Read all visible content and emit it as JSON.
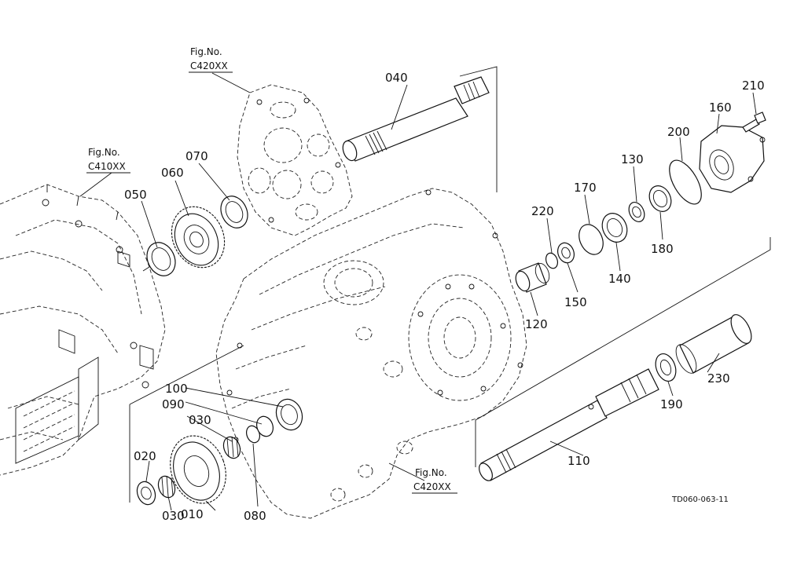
{
  "diagram": {
    "drawing_code": "TD060-063-11",
    "figure_refs": [
      {
        "id": "ref_top",
        "prefix": "Fig.No.",
        "code": "C420XX"
      },
      {
        "id": "ref_left",
        "prefix": "Fig.No.",
        "code": "C410XX"
      },
      {
        "id": "ref_bottom",
        "prefix": "Fig.No.",
        "code": "C420XX"
      }
    ],
    "part_numbers": [
      "010",
      "020",
      "030",
      "030",
      "040",
      "050",
      "060",
      "070",
      "080",
      "090",
      "100",
      "110",
      "120",
      "130",
      "140",
      "150",
      "160",
      "170",
      "180",
      "190",
      "200",
      "210",
      "220",
      "230"
    ]
  }
}
